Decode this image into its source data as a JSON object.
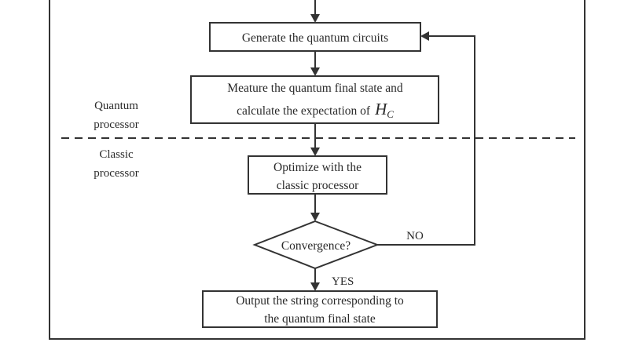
{
  "nodes": {
    "generate": {
      "line1": "Generate the quantum circuits"
    },
    "measure": {
      "line1": "Meature the quantum final state and",
      "line2": "calculate the expectation of",
      "math_base": "H",
      "math_sub": "C"
    },
    "optimize": {
      "line1": "Optimize with the",
      "line2": "classic processor"
    },
    "convergence": {
      "line1": "Convergence?"
    },
    "output": {
      "line1": "Output the string corresponding to",
      "line2": "the quantum final state"
    }
  },
  "edge_labels": {
    "no": "NO",
    "yes": "YES"
  },
  "regions": {
    "quantum": {
      "line1": "Quantum",
      "line2": "processor"
    },
    "classic": {
      "line1": "Classic",
      "line2": "processor"
    }
  }
}
